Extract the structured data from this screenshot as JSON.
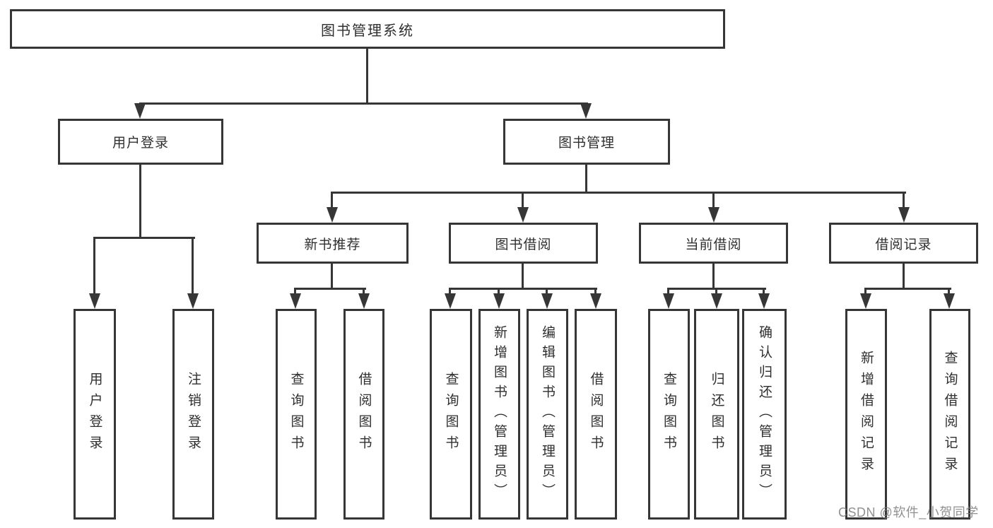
{
  "diagram": {
    "root": {
      "label": "图书管理系统"
    },
    "branches": [
      {
        "label": "用户登录",
        "children": [
          {
            "label": "用户登录"
          },
          {
            "label": "注销登录"
          }
        ]
      },
      {
        "label": "图书管理",
        "children": [
          {
            "label": "新书推荐",
            "children": [
              {
                "label": "查询图书"
              },
              {
                "label": "借阅图书"
              }
            ]
          },
          {
            "label": "图书借阅",
            "children": [
              {
                "label": "查询图书"
              },
              {
                "label": "新增图书（管理员）"
              },
              {
                "label": "编辑图书（管理员）"
              },
              {
                "label": "借阅图书"
              }
            ]
          },
          {
            "label": "当前借阅",
            "children": [
              {
                "label": "查询图书"
              },
              {
                "label": "归还图书"
              },
              {
                "label": "确认归还（管理员）"
              }
            ]
          },
          {
            "label": "借阅记录",
            "children": [
              {
                "label": "新增借阅记录"
              },
              {
                "label": "查询借阅记录"
              }
            ]
          }
        ]
      }
    ]
  },
  "watermark": {
    "text": "CSDN @软件_小贺同学"
  },
  "colors": {
    "line": "#363636",
    "text": "#2f2f2f",
    "background": "#ffffff",
    "watermark": "#7d7d7d"
  }
}
